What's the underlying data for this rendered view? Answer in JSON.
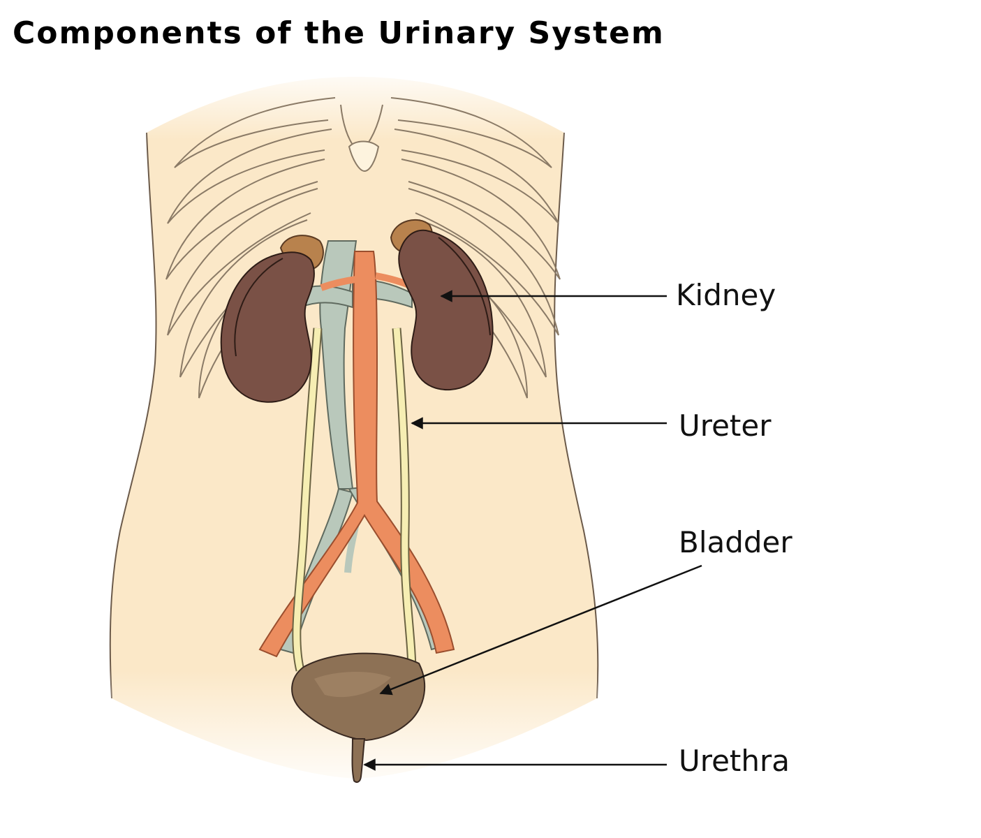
{
  "title": "Components of the Urinary System",
  "labels": {
    "kidney": "Kidney",
    "ureter": "Ureter",
    "bladder": "Bladder",
    "urethra": "Urethra"
  },
  "colors": {
    "skin": "#fbe8c8",
    "kidney": "#7a5146",
    "adrenal": "#b8824d",
    "artery": "#ec8d5f",
    "vein": "#b9c8bb",
    "ureter": "#f6eeb3",
    "bladder": "#8d7155",
    "outline": "#3a2a22"
  }
}
